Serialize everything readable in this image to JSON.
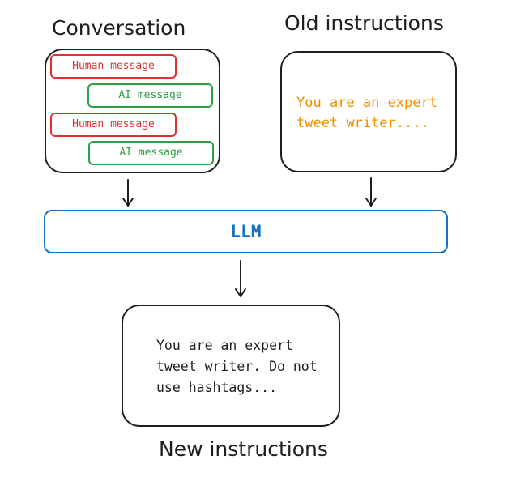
{
  "headings": {
    "conversation": "Conversation",
    "old_instructions": "Old instructions",
    "new_instructions": "New instructions"
  },
  "conversation": {
    "messages": [
      {
        "role": "human",
        "label": "Human message"
      },
      {
        "role": "ai",
        "label": "AI message"
      },
      {
        "role": "human",
        "label": "Human message"
      },
      {
        "role": "ai",
        "label": "AI message"
      }
    ]
  },
  "old_instructions": {
    "text": "You are an expert\ntweet writer...."
  },
  "llm": {
    "label": "LLM"
  },
  "new_instructions": {
    "text": "You are an expert\ntweet writer. Do not\nuse hashtags..."
  },
  "colors": {
    "human": "#e03131",
    "ai": "#2f9e44",
    "old_text": "#f08c00",
    "llm": "#1971c2",
    "stroke": "#1e1e1e"
  }
}
